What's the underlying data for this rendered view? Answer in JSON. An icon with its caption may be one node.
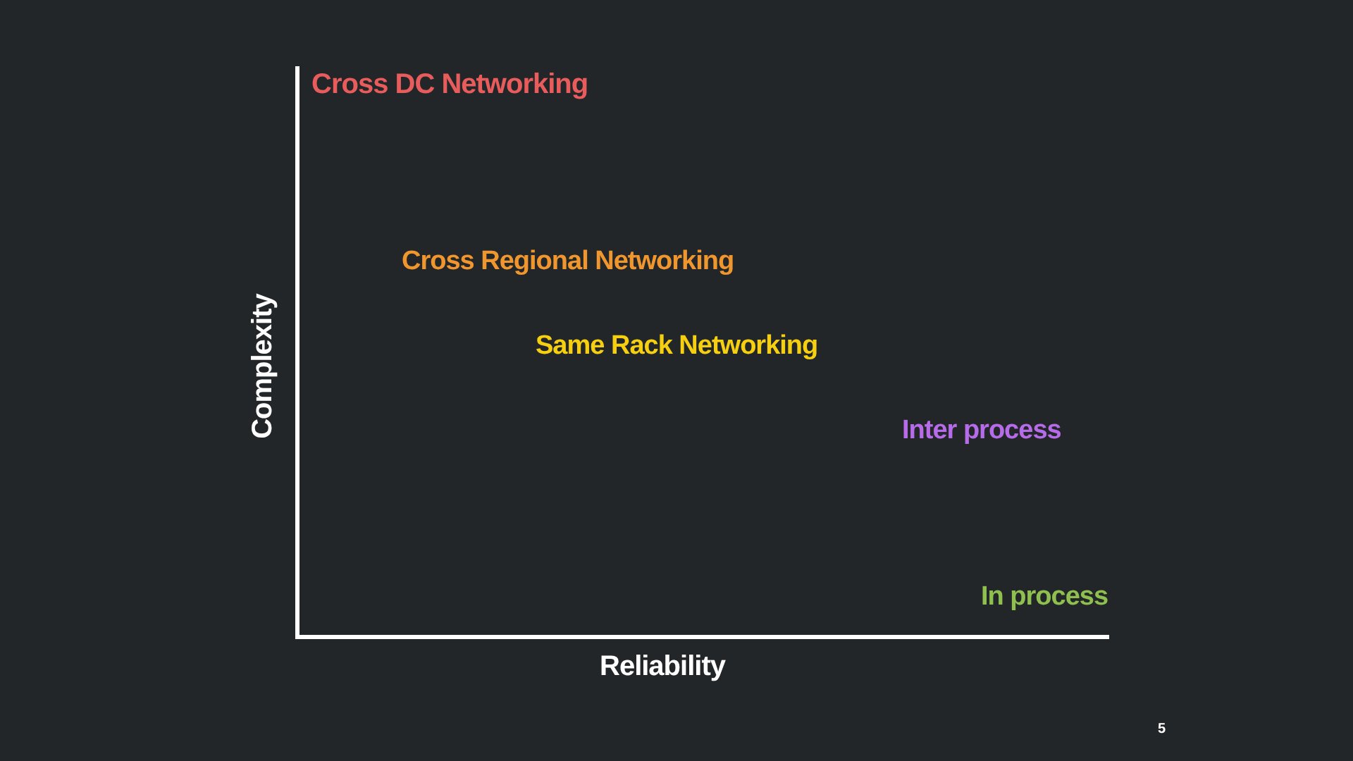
{
  "diagram": {
    "labels": [
      "Cross DC Networking",
      "Cross Regional Networking",
      "Same Rack Networking",
      "Complexity",
      "Inter process",
      "In process",
      "Reliability",
      "5"
    ]
  }
}
